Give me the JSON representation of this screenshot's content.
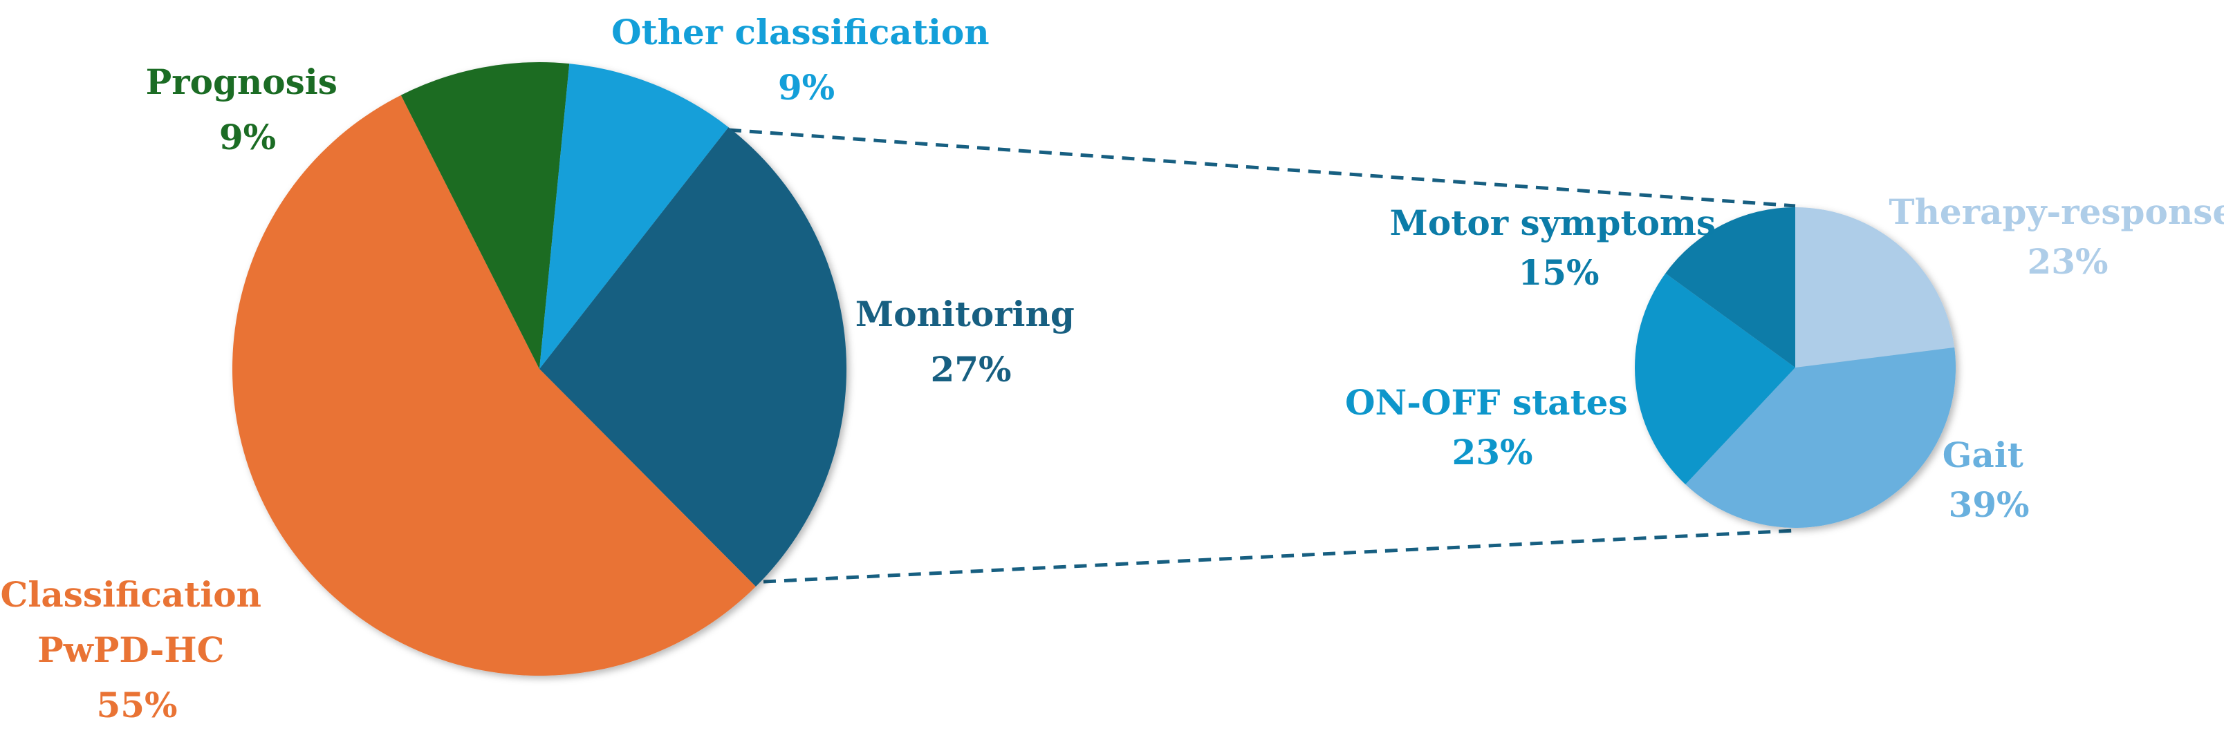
{
  "chart_data": [
    {
      "type": "pie",
      "title": "",
      "slices": [
        {
          "label": "Monitoring",
          "value": 27,
          "display": "27%",
          "color": "#175f81"
        },
        {
          "label": "Classification PwPD-HC",
          "line1": "Classification",
          "line2": "PwPD-HC",
          "value": 55,
          "display": "55%",
          "color": "#e97334"
        },
        {
          "label": "Prognosis",
          "value": 9,
          "display": "9%",
          "color": "#1b6c24"
        },
        {
          "label": "Other classification",
          "value": 9,
          "display": "9%",
          "color": "#139fd9"
        }
      ],
      "exploded_slice": "Monitoring"
    },
    {
      "type": "pie",
      "title": "",
      "breakdown_of": "Monitoring",
      "slices": [
        {
          "label": "Therapy-response",
          "value": 23,
          "display": "23%",
          "color": "#aecde8"
        },
        {
          "label": "Gait",
          "value": 39,
          "display": "39%",
          "color": "#69b0de"
        },
        {
          "label": "ON-OFF states",
          "value": 23,
          "display": "23%",
          "color": "#0d96cb"
        },
        {
          "label": "Motor symptoms",
          "value": 15,
          "display": "15%",
          "color": "#0c7ca8"
        }
      ]
    }
  ]
}
